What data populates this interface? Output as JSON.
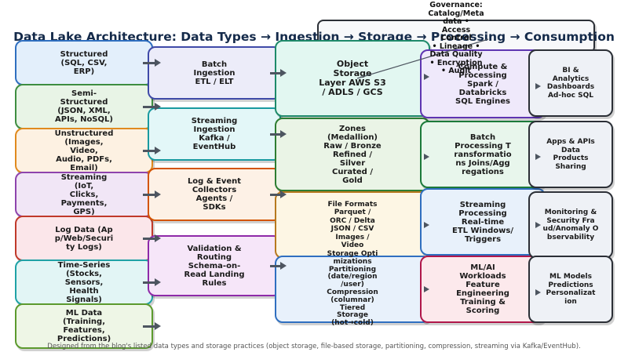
{
  "title": "Data Lake Architecture: Data Types → Ingestion → Storage → Processing → Consumption",
  "caption": "Designed from the blog's listed data types and storage practices (object storage, file-based storage, partitioning, compression, streaming via Kafka/EventHub).",
  "governance": "Governance:\nCatalog/Meta\ndata •\nAccess\nControl\n• Lineage •\nData Quality\n• Encryption\n• Audit",
  "sources": [
    "Structured\n(SQL, CSV,\nERP)",
    "Semi-\nStructured\n(JSON, XML,\nAPIs, NoSQL)",
    "Unstructured\n(Images,\nVideo,\nAudio, PDFs,\nEmail)",
    "Streaming\n(IoT,\nClicks,\nPayments,\nGPS)",
    "Log Data (Ap\np/Web/Securi\nty Logs)",
    "Time-Series\n(Stocks,\nSensors,\nHealth\nSignals)",
    "ML Data\n(Training,\nFeatures,\nPredictions)"
  ],
  "ingestion": [
    "Batch\nIngestion\nETL / ELT",
    "Streaming\nIngestion\nKafka /\nEventHub",
    "Log & Event\nCollectors\nAgents /\nSDKs",
    "Validation &\nRouting\nSchema-on-\nRead Landing\nRules"
  ],
  "storage": [
    "Object\nStorage\nLayer AWS S3\n/ ADLS / GCS",
    "Zones\n(Medallion)\nRaw / Bronze\nRefined /\nSilver\nCurated /\nGold",
    "File Formats\nParquet /\nORC / Delta\nJSON / CSV\nImages /\nVideo",
    "Storage Opti\nmizations\nPartitioning\n(date/region\n/user)\nCompression\n(columnar)\nTiered\nStorage\n(hot→cold)"
  ],
  "processing": [
    "Compute &\nProcessing\nSpark /\nDatabricks\nSQL Engines",
    "Batch\nProcessing T\nransformatio\nns Joins/Agg\nregations",
    "Streaming\nProcessing\nReal-time\nETL Windows/\nTriggers",
    "ML/AI\nWorkloads\nFeature\nEngineering\nTraining &\nScoring"
  ],
  "consumption": [
    "BI &\nAnalytics\nDashboards\nAd-hoc SQL",
    "Apps & APIs\nData\nProducts\nSharing",
    "Monitoring &\nSecurity Fra\nud/Anomaly O\nbservability",
    "ML Models\nPredictions\nPersonalizat\nion"
  ],
  "colors": {
    "sources": [
      {
        "fill": "#e3effb",
        "border": "#2f6fc0"
      },
      {
        "fill": "#e8f4e6",
        "border": "#3e8e41"
      },
      {
        "fill": "#fdf1e2",
        "border": "#e08a1e"
      },
      {
        "fill": "#f1e6f6",
        "border": "#8e44ad"
      },
      {
        "fill": "#fbe6ea",
        "border": "#c0392b"
      },
      {
        "fill": "#e2f5f5",
        "border": "#1fa2a6"
      },
      {
        "fill": "#eef6e6",
        "border": "#5c9a2e"
      }
    ],
    "ingestion": [
      {
        "fill": "#ececf9",
        "border": "#3f4aa8"
      },
      {
        "fill": "#e3f7f8",
        "border": "#1a9aa0"
      },
      {
        "fill": "#fdf1e6",
        "border": "#d35400"
      },
      {
        "fill": "#f6e6f9",
        "border": "#8e2aa8"
      }
    ],
    "storage": [
      {
        "fill": "#e2f7f1",
        "border": "#1e8a6a"
      },
      {
        "fill": "#eaf4e6",
        "border": "#2e7d32"
      },
      {
        "fill": "#fdf6e4",
        "border": "#b7791f"
      },
      {
        "fill": "#e8f1fb",
        "border": "#2f6fc0"
      }
    ],
    "processing": [
      {
        "fill": "#efe9fb",
        "border": "#5e35b1"
      },
      {
        "fill": "#e8f6ec",
        "border": "#1b7a3a"
      },
      {
        "fill": "#e8f1fb",
        "border": "#2f6fc0"
      },
      {
        "fill": "#fce9ec",
        "border": "#b0174a"
      }
    ],
    "consumption": {
      "fill": "#eef1f6",
      "border": "#2b2f36"
    },
    "governance": {
      "fill": "#f7f8fa",
      "border": "#2b2f36"
    }
  }
}
